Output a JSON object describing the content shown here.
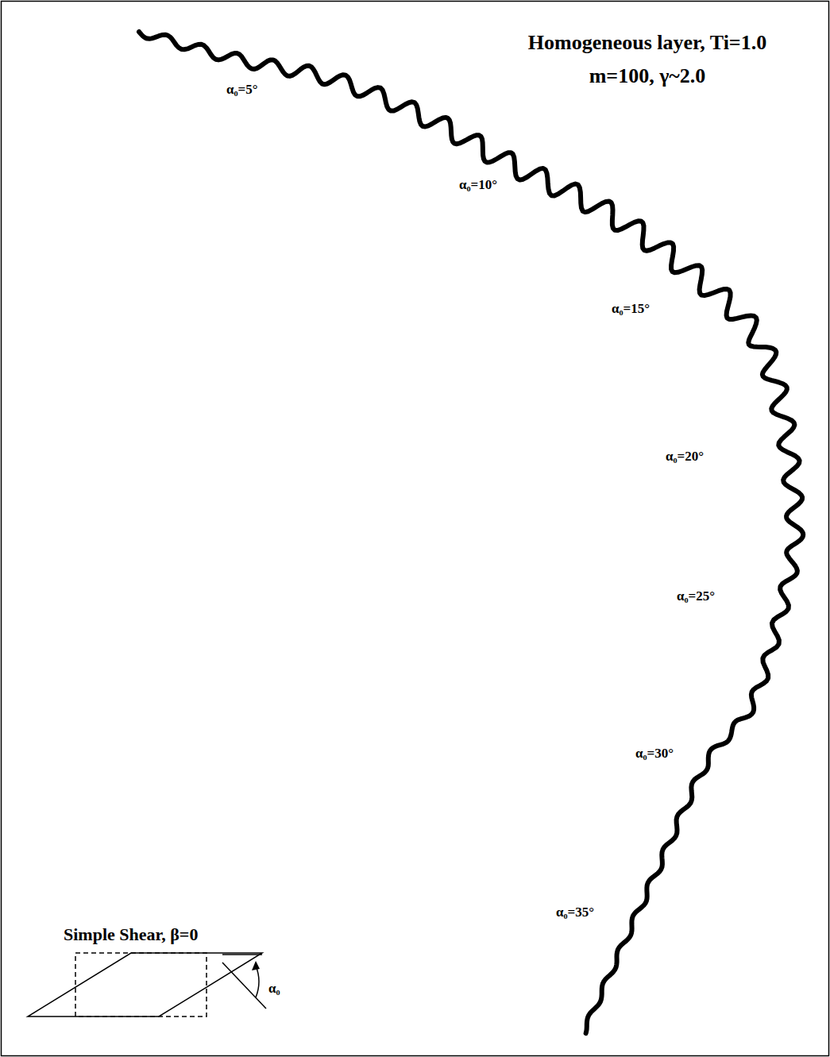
{
  "diagram": {
    "title": "Homogeneous layer, Ti=1.0",
    "labels": [
      "m=100, γ~2.0",
      "α₀=5°",
      "α₀=10°",
      "α₀=15°",
      "α₀=20°",
      "α₀=25°",
      "α₀=30°",
      "α₀=35°",
      "Simple Shear, β=0",
      "α₀"
    ]
  }
}
